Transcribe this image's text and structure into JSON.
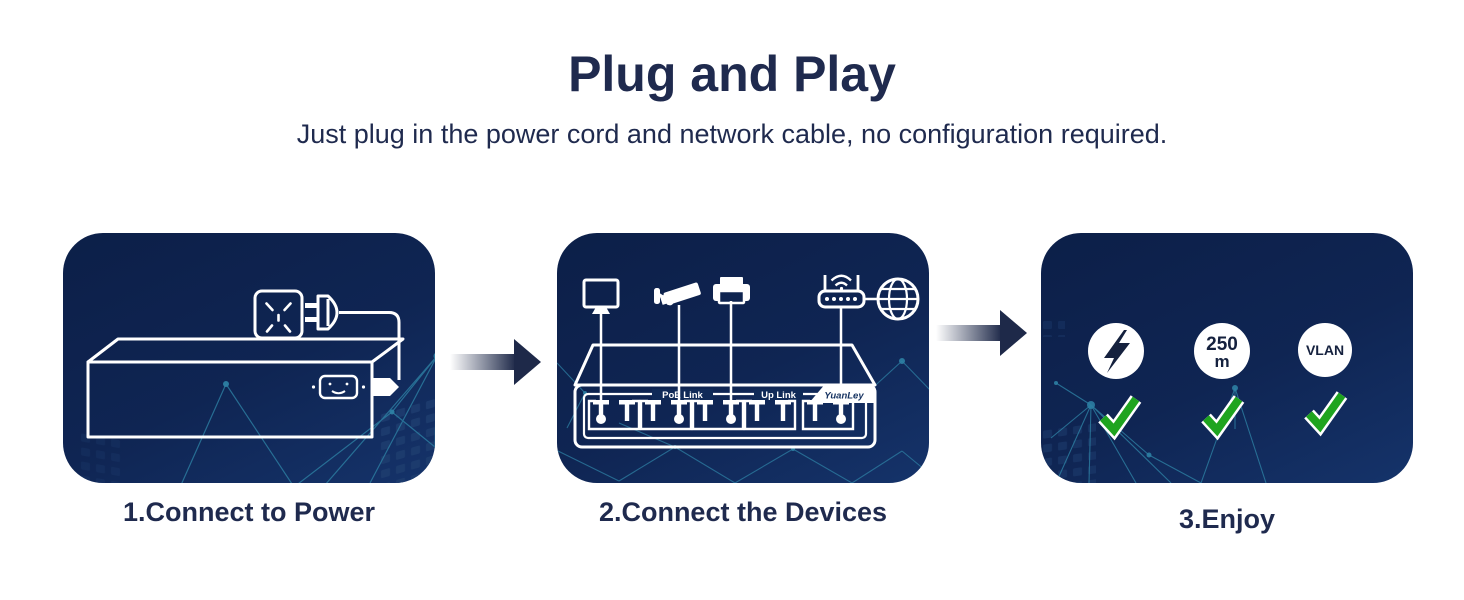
{
  "header": {
    "title": "Plug and Play",
    "subtitle": "Just plug in the power cord and network cable, no configuration required."
  },
  "steps": [
    {
      "caption": "1.Connect to Power",
      "icons": [
        "power-socket-icon",
        "power-plug-icon",
        "power-cord",
        "poe-switch",
        "power-inlet-icon"
      ]
    },
    {
      "caption": "2.Connect the Devices",
      "device_icons": [
        "monitor-icon",
        "security-camera-icon",
        "printer-icon",
        "wifi-router-icon",
        "internet-globe-icon"
      ],
      "switch": {
        "brand": "YuanLey",
        "poe_label": "PoE Link",
        "uplink_label": "Up Link",
        "poe_ports": 8,
        "uplink_ports": 2
      }
    },
    {
      "caption": "3.Enjoy",
      "features": [
        {
          "name": "power",
          "icon": "lightning-bolt-icon",
          "checked": true
        },
        {
          "name": "range",
          "label_line1": "250",
          "label_line2": "m",
          "checked": true
        },
        {
          "name": "vlan",
          "label": "VLAN",
          "checked": true
        }
      ]
    }
  ],
  "colors": {
    "headline_navy": "#1f2a4e",
    "card_navy": "#0e2150",
    "line_white": "#ffffff",
    "constellation_teal": "#2d7fa3",
    "pixel_block_navy": "#1d3c6e",
    "check_green": "#1fa41f"
  }
}
